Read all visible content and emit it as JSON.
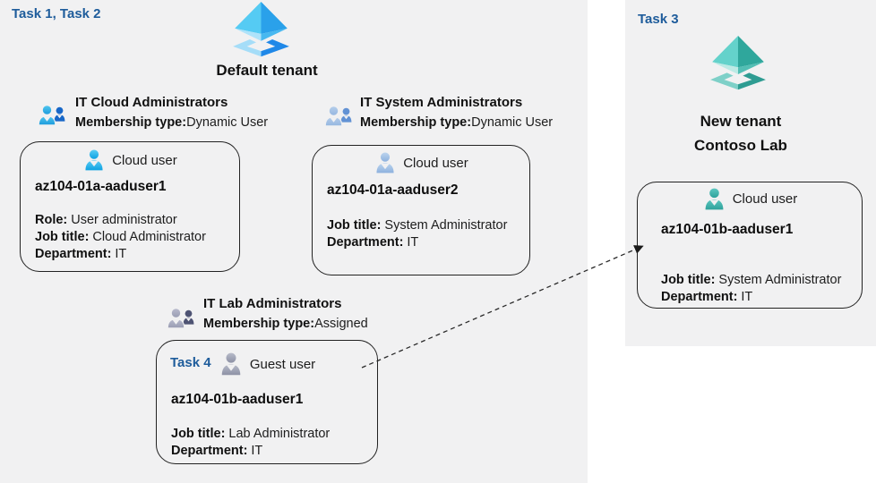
{
  "left_panel": {
    "task_label": "Task 1, Task 2",
    "tenant_name": "Default tenant"
  },
  "right_panel": {
    "task_label": "Task 3",
    "tenant_name_line1": "New tenant",
    "tenant_name_line2": "Contoso Lab"
  },
  "groups": [
    {
      "name": "IT Cloud Administrators",
      "membership_label": "Membership type:",
      "membership_value": "Dynamic User"
    },
    {
      "name": "IT System Administrators",
      "membership_label": "Membership type:",
      "membership_value": "Dynamic User"
    },
    {
      "name": "IT Lab Administrators",
      "membership_label": "Membership type:",
      "membership_value": "Assigned"
    }
  ],
  "cards": [
    {
      "type_label": "Cloud user",
      "name": "az104-01a-aaduser1",
      "fields": [
        {
          "label": "Role:",
          "value": "User administrator"
        },
        {
          "label": "Job title:",
          "value": "Cloud Administrator"
        },
        {
          "label": "Department:",
          "value": "IT"
        }
      ]
    },
    {
      "type_label": "Cloud user",
      "name": "az104-01a-aaduser2",
      "fields": [
        {
          "label": "Job title:",
          "value": "System Administrator"
        },
        {
          "label": "Department:",
          "value": "IT"
        }
      ]
    },
    {
      "task_label": "Task 4",
      "type_label": "Guest user",
      "name": "az104-01b-aaduser1",
      "fields": [
        {
          "label": "Job title:",
          "value": "Lab Administrator"
        },
        {
          "label": "Department:",
          "value": "IT"
        }
      ]
    },
    {
      "type_label": "Cloud user",
      "name": "az104-01b-aaduser1",
      "fields": [
        {
          "label": "Job title:",
          "value": "System Administrator"
        },
        {
          "label": "Department:",
          "value": "IT"
        }
      ]
    }
  ],
  "icons": {
    "default_tenant": "azure-ad-diamond-icon",
    "new_tenant": "azure-ad-diamond-icon-teal",
    "group": "two-people-icon",
    "cloud_user": "person-icon",
    "guest_user": "person-icon",
    "connector": "dashed-arrow"
  },
  "colors": {
    "panel_background": "#F1F1F2",
    "task_label_blue": "#1E5C9B",
    "text_black": "#1A1A1A",
    "card_border": "#222222",
    "default_tenant_icon_blue": "#2AA1EA",
    "new_tenant_icon_teal": "#2FA79C",
    "cloud_user_cyan": "#2AB2E9",
    "cloud_user_steel_blue": "#A9C6E8",
    "guest_user_gray": "#9FA3B4",
    "cloud_user_teal": "#47B5B0"
  }
}
